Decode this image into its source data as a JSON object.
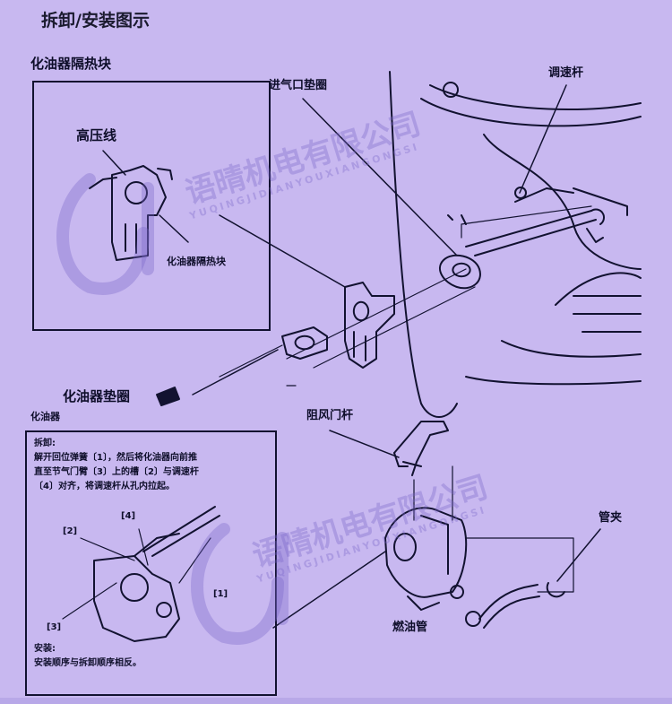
{
  "title": "拆卸/安装图示",
  "labels": {
    "heat_block_heading": "化油器隔热块",
    "hv_wire": "高压线",
    "heat_block_small": "化油器隔热块",
    "intake_gasket": "进气口垫圈",
    "governor_rod": "调速杆",
    "carb_gasket": "化油器垫圈",
    "carburetor": "化油器",
    "choke_rod": "阻风门杆",
    "clamp": "管夹",
    "fuel_tube": "燃油管"
  },
  "inset": {
    "removal_title": "拆卸:",
    "removal_lines": [
      "解开回位弹簧〔1〕，然后将化油器向前推",
      "直至节气门臂〔3〕上的槽〔2〕与调速杆",
      "〔4〕对齐，将调速杆从孔内拉起。"
    ],
    "callouts": [
      "[4]",
      "[2]",
      "[1]",
      "[3]"
    ],
    "install_title": "安装:",
    "install_text": "安装顺序与拆卸顺序相反。"
  },
  "watermark": {
    "company_1": "语晴机电有限公司",
    "pinyin_1": "YUQINGJIDIANYOUXIANGONGSI",
    "company_2": "语晴机电有限公司",
    "pinyin_2": "YUQINGJIDIANYOUXIANGONGSI"
  },
  "colors": {
    "background": "#c8b8f0",
    "line": "#121230",
    "watermark": "#7864c8"
  }
}
